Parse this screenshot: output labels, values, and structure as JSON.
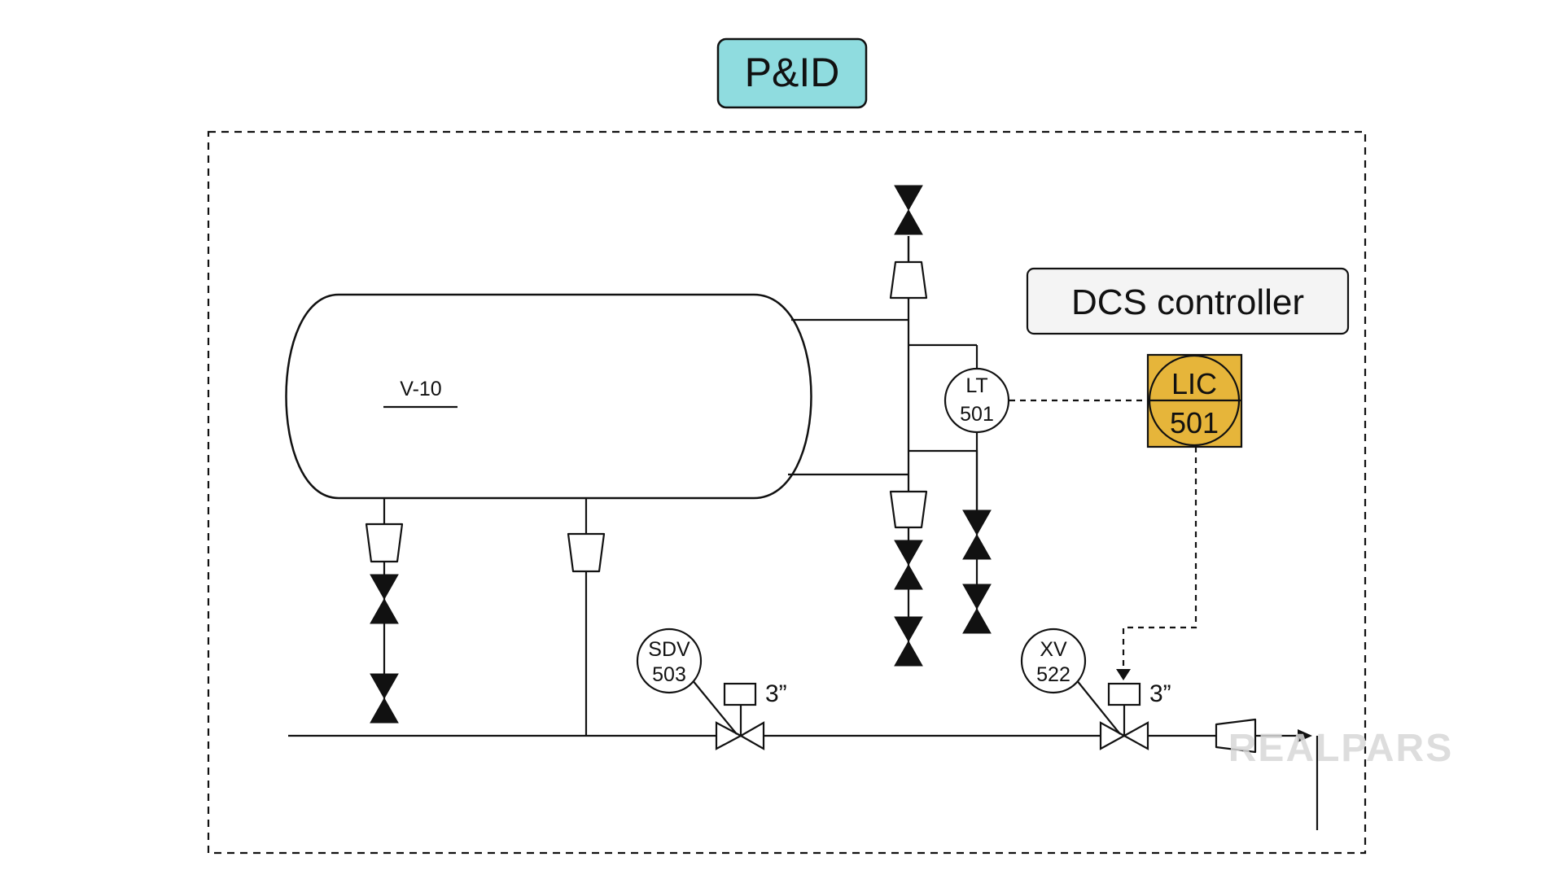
{
  "title": "P&ID",
  "controller_label": "DCS controller",
  "vessel": {
    "tag": "V-10"
  },
  "instruments": {
    "lt": {
      "top": "LT",
      "bottom": "501"
    },
    "lic": {
      "top": "LIC",
      "bottom": "501"
    },
    "sdv": {
      "top": "SDV",
      "bottom": "503",
      "size": "3”"
    },
    "xv": {
      "top": "XV",
      "bottom": "522",
      "size": "3”"
    }
  },
  "watermark": "REALPARS",
  "colors": {
    "title_bg": "#8fdcdf",
    "lic_fill": "#e6b53a",
    "controller_bg": "#f4f4f4"
  }
}
